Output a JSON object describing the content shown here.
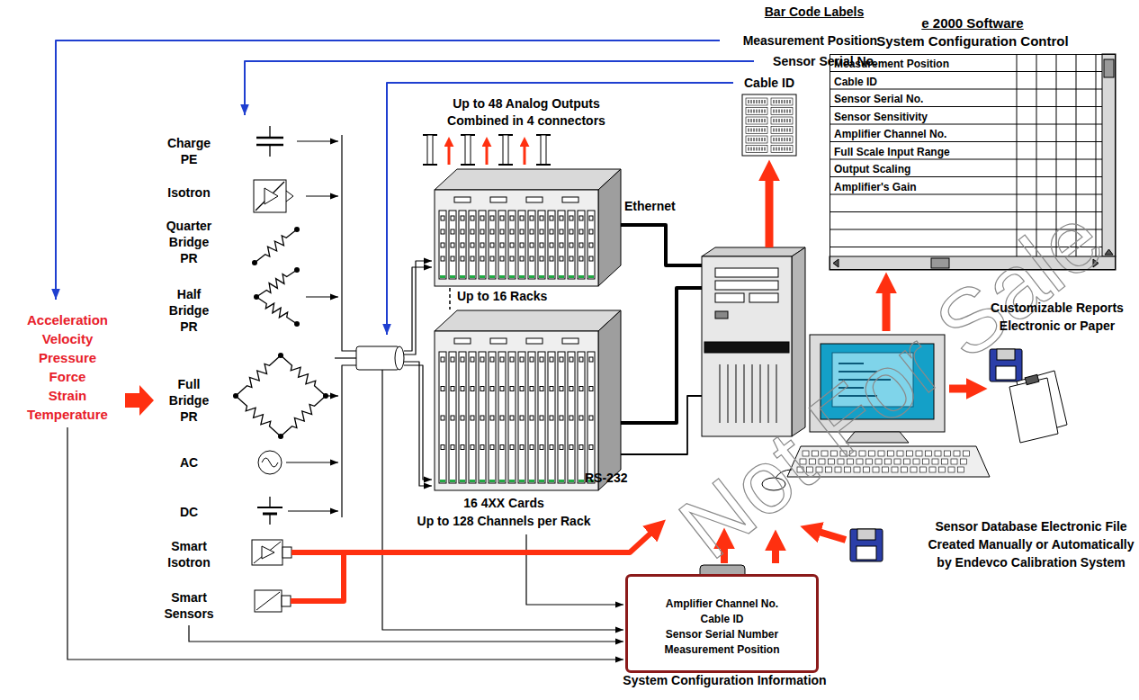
{
  "diagram": {
    "nodes": [
      {
        "text": [
          "Acceleration Velocity Pressure Force Strain Temperature"
        ]
      },
      {
        "text": [
          "Charge PE"
        ]
      },
      {
        "text": [
          "Isotron"
        ]
      },
      {
        "text": [
          "Quarter Bridge PR"
        ]
      },
      {
        "text": [
          "Half Bridge PR"
        ]
      },
      {
        "text": [
          "Full Bridge PR"
        ]
      },
      {
        "text": [
          "AC"
        ]
      },
      {
        "text": [
          "DC"
        ]
      },
      {
        "text": [
          "Smart Isotron"
        ]
      },
      {
        "text": [
          "Smart Sensors"
        ]
      },
      {
        "text": [
          "e 2000 Software",
          "System Configuration Control",
          "Measurement Position",
          "Cable ID",
          "Sensor Serial No.",
          "Sensor Sensitivity",
          "Amplifier Channel No.",
          "Full Scale Input Range",
          "Output Scaling",
          "Amplifier's Gain"
        ]
      },
      {
        "text": [
          "Customizable Reports Electronic or Paper"
        ]
      },
      {
        "text": [
          "Sensor Database Electronic File Created Manually or Automatically by Endevco Calibration System"
        ]
      },
      {
        "text": [
          "Amplifier Channel No.",
          "Cable ID",
          "Sensor Serial Number",
          "Measurement Position",
          "System Configuration Information"
        ]
      }
    ],
    "edges": [
      {
        "from": 0,
        "to": 5,
        "arrow": "to"
      },
      {
        "from": 0,
        "to": 13,
        "arrow": "to"
      },
      {
        "from": 9,
        "to": 13,
        "arrow": "to"
      }
    ],
    "labels": [
      "Bar Code Labels",
      "Measurement Position",
      "Sensor Serial No.",
      "Cable ID",
      "Up to 48 Analog Outputs",
      "Combined in 4 connectors",
      "Ethernet",
      "Up to 16 Racks",
      "RS-232",
      "16 4XX Cards",
      "Up to 128 Channels per Rack",
      "Not For Sale"
    ]
  }
}
